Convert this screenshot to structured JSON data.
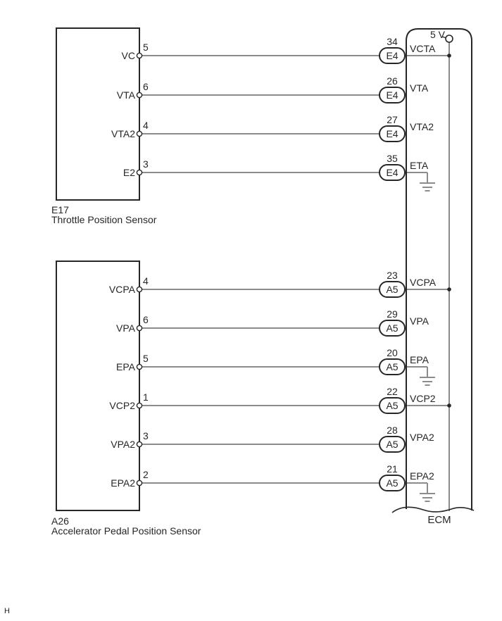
{
  "footer_mark": "H",
  "colors": {
    "wire": "#8c8c8c",
    "ink": "#262626",
    "background": "#ffffff"
  },
  "ecm": {
    "name": "ECM",
    "power_label": "5 V"
  },
  "sensors": [
    {
      "code": "E17",
      "name": "Throttle Position Sensor"
    },
    {
      "code": "A26",
      "name": "Accelerator Pedal Position Sensor"
    }
  ],
  "rows": [
    {
      "sensor_pin": "VC",
      "sensor_pin_no": "5",
      "ecm_terminal_no": "34",
      "connector": "E4",
      "ecm_pin": "VCTA",
      "to_5v": true,
      "ground": false
    },
    {
      "sensor_pin": "VTA",
      "sensor_pin_no": "6",
      "ecm_terminal_no": "26",
      "connector": "E4",
      "ecm_pin": "VTA",
      "to_5v": false,
      "ground": false
    },
    {
      "sensor_pin": "VTA2",
      "sensor_pin_no": "4",
      "ecm_terminal_no": "27",
      "connector": "E4",
      "ecm_pin": "VTA2",
      "to_5v": false,
      "ground": false
    },
    {
      "sensor_pin": "E2",
      "sensor_pin_no": "3",
      "ecm_terminal_no": "35",
      "connector": "E4",
      "ecm_pin": "ETA",
      "to_5v": false,
      "ground": true
    },
    {
      "sensor_pin": "VCPA",
      "sensor_pin_no": "4",
      "ecm_terminal_no": "23",
      "connector": "A5",
      "ecm_pin": "VCPA",
      "to_5v": true,
      "ground": false
    },
    {
      "sensor_pin": "VPA",
      "sensor_pin_no": "6",
      "ecm_terminal_no": "29",
      "connector": "A5",
      "ecm_pin": "VPA",
      "to_5v": false,
      "ground": false
    },
    {
      "sensor_pin": "EPA",
      "sensor_pin_no": "5",
      "ecm_terminal_no": "20",
      "connector": "A5",
      "ecm_pin": "EPA",
      "to_5v": false,
      "ground": true
    },
    {
      "sensor_pin": "VCP2",
      "sensor_pin_no": "1",
      "ecm_terminal_no": "22",
      "connector": "A5",
      "ecm_pin": "VCP2",
      "to_5v": true,
      "ground": false
    },
    {
      "sensor_pin": "VPA2",
      "sensor_pin_no": "3",
      "ecm_terminal_no": "28",
      "connector": "A5",
      "ecm_pin": "VPA2",
      "to_5v": false,
      "ground": false
    },
    {
      "sensor_pin": "EPA2",
      "sensor_pin_no": "2",
      "ecm_terminal_no": "21",
      "connector": "A5",
      "ecm_pin": "EPA2",
      "to_5v": false,
      "ground": true
    }
  ]
}
